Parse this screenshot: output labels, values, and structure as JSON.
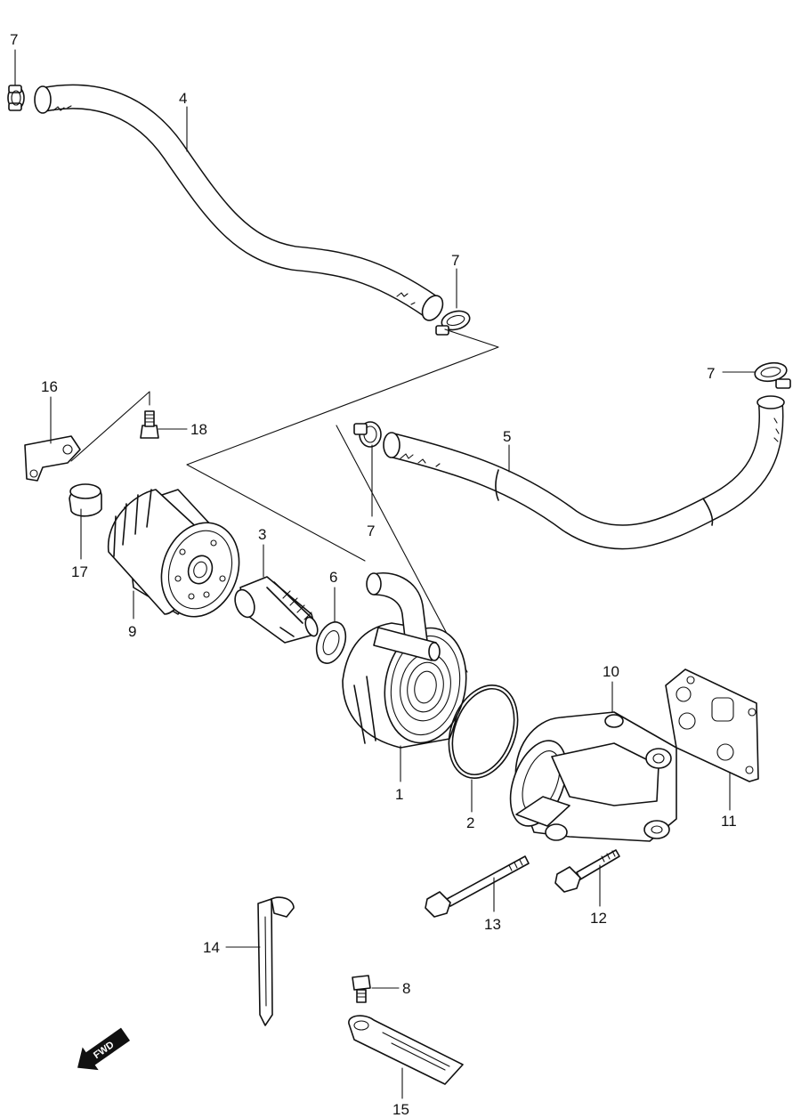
{
  "diagram": {
    "callouts": {
      "c1": "1",
      "c2": "2",
      "c3": "3",
      "c4": "4",
      "c5": "5",
      "c6": "6",
      "c7a": "7",
      "c7b": "7",
      "c7c": "7",
      "c7d": "7",
      "c8": "8",
      "c9": "9",
      "c10": "10",
      "c11": "11",
      "c12": "12",
      "c13": "13",
      "c14": "14",
      "c15": "15",
      "c16": "16",
      "c17": "17",
      "c18": "18"
    },
    "direction_arrow": "FWD"
  }
}
